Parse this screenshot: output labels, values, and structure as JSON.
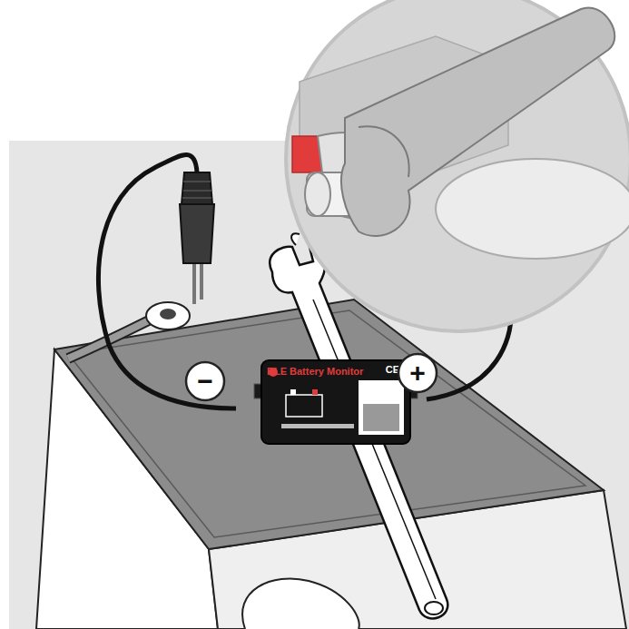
{
  "diagram": {
    "nodes": [
      {
        "text": [
          "−"
        ]
      },
      {
        "text": [
          "BLE Battery Monitor",
          "CE"
        ]
      },
      {
        "text": [
          "+"
        ]
      }
    ]
  }
}
